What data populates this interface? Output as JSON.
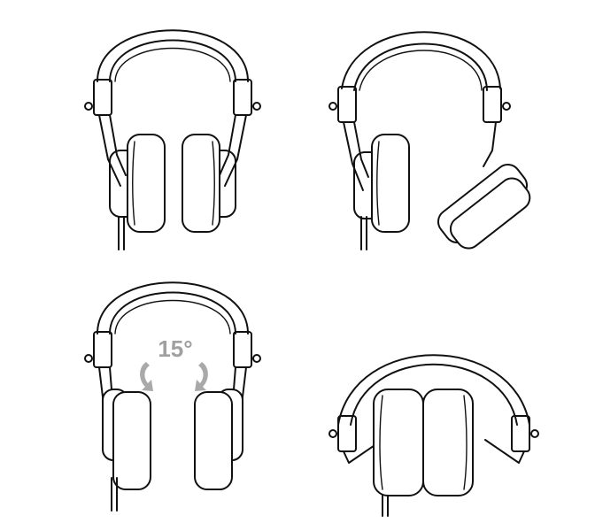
{
  "figure": {
    "panels": [
      {
        "id": "front-view"
      },
      {
        "id": "swivel-view"
      },
      {
        "id": "tilt-view",
        "angle_label": "15°"
      },
      {
        "id": "folded-view"
      }
    ],
    "colors": {
      "line": "#111111",
      "annotation": "#a0a0a0",
      "background": "#ffffff"
    }
  }
}
